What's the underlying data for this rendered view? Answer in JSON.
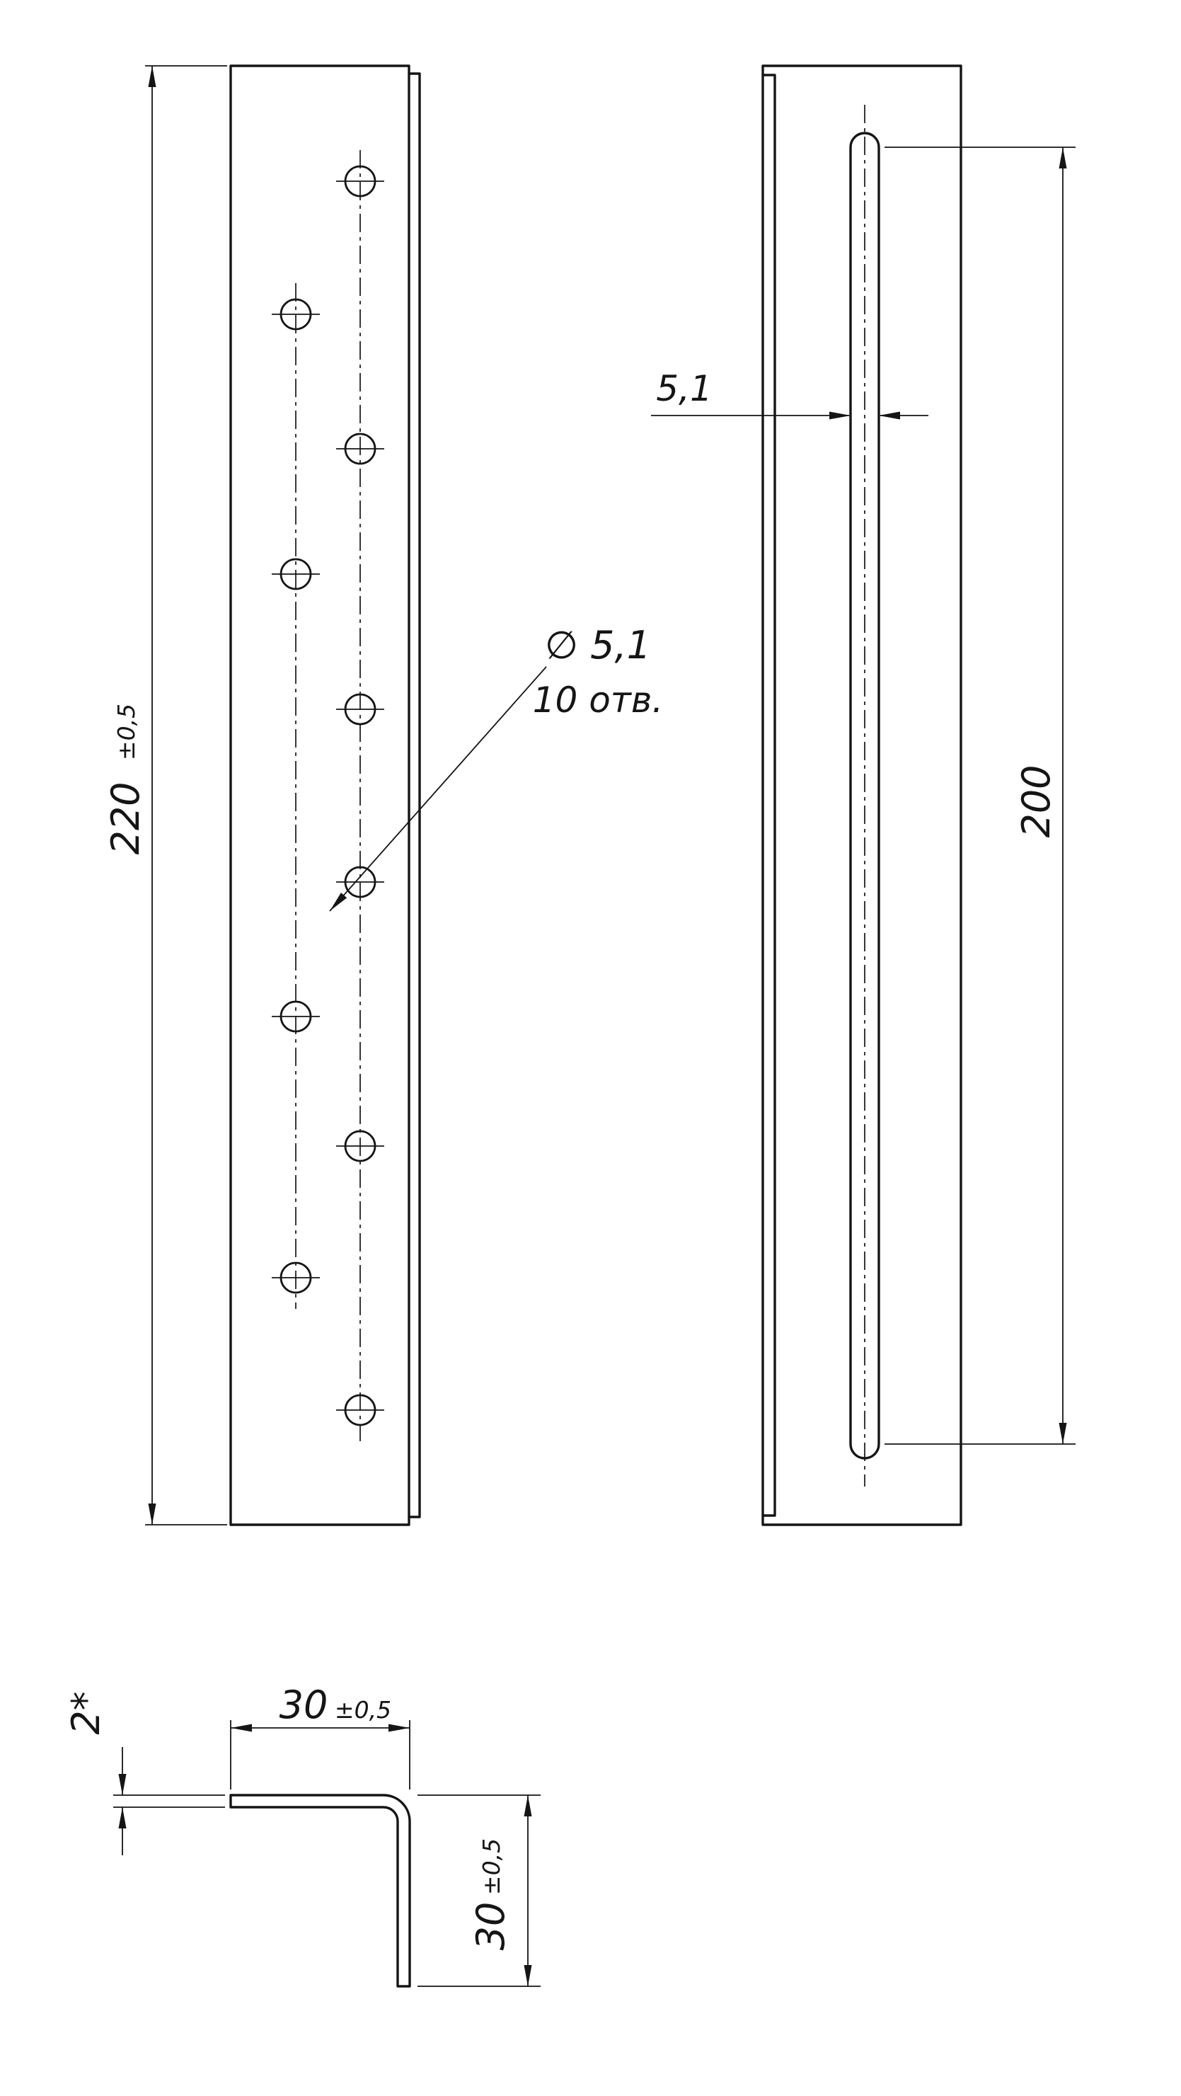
{
  "views": {
    "front": {
      "height_dim": {
        "value": "220",
        "tolerance": "±0,5"
      },
      "holes_callout": {
        "line1": "∅ 5,1",
        "line2": "10 отв."
      }
    },
    "side": {
      "slot_width_dim": {
        "value": "5,1"
      },
      "slot_length_dim": {
        "value": "200"
      }
    },
    "section": {
      "flange_width_dim": {
        "value": "30",
        "tolerance": "±0,5"
      },
      "thickness_dim": {
        "value": "2*"
      },
      "leg_height_dim": {
        "value": "30",
        "tolerance": "±0,5"
      }
    }
  },
  "colors": {
    "line": "#151515",
    "background": "#ffffff"
  }
}
